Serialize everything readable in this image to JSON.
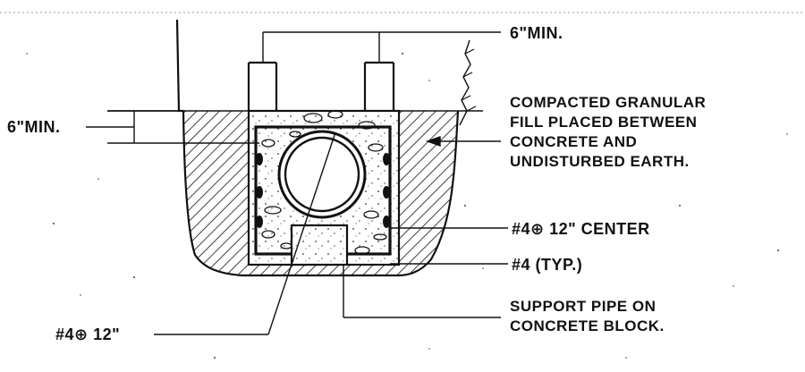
{
  "labels": {
    "top_min": "6\"MIN.",
    "left_min": "6\"MIN.",
    "fill_line1": "COMPACTED GRANULAR",
    "fill_line2": "FILL PLACED BETWEEN",
    "fill_line3": "CONCRETE AND",
    "fill_line4": "UNDISTURBED EARTH.",
    "rebar_center": "#4⊕ 12\" CENTER",
    "rebar_typ": "#4 (TYP.)",
    "support_line1": "SUPPORT PIPE ON",
    "support_line2": "CONCRETE BLOCK.",
    "rebar_bottom": "#4⊕ 12\""
  },
  "colors": {
    "ink": "#111111",
    "paper": "#ffffff"
  }
}
